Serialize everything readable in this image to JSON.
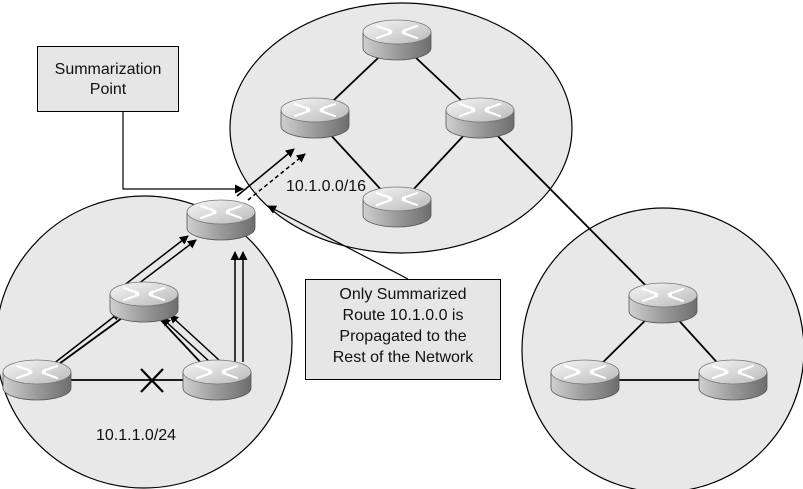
{
  "callouts": {
    "summarization_point": [
      "Summarization",
      "Point"
    ],
    "summarized_route": [
      "Only Summarized",
      "Route 10.1.0.0 is",
      "Propagated to the",
      "Rest of the Network"
    ]
  },
  "labels": {
    "summary_prefix": "10.1.0.0/16",
    "local_prefix": "10.1.1.0/24"
  },
  "diagram": {
    "areas": [
      "area-left",
      "area-top",
      "area-right"
    ],
    "routers": [
      "summarization-router",
      "left-mid-router",
      "left-bottom-left-router",
      "left-bottom-right-router",
      "top-router",
      "top-left-router",
      "top-right-router",
      "top-bottom-router",
      "right-top-router",
      "right-bottom-left-router",
      "right-bottom-right-router"
    ],
    "failed_link": "left-bottom-left-router to left-bottom-right-router"
  }
}
